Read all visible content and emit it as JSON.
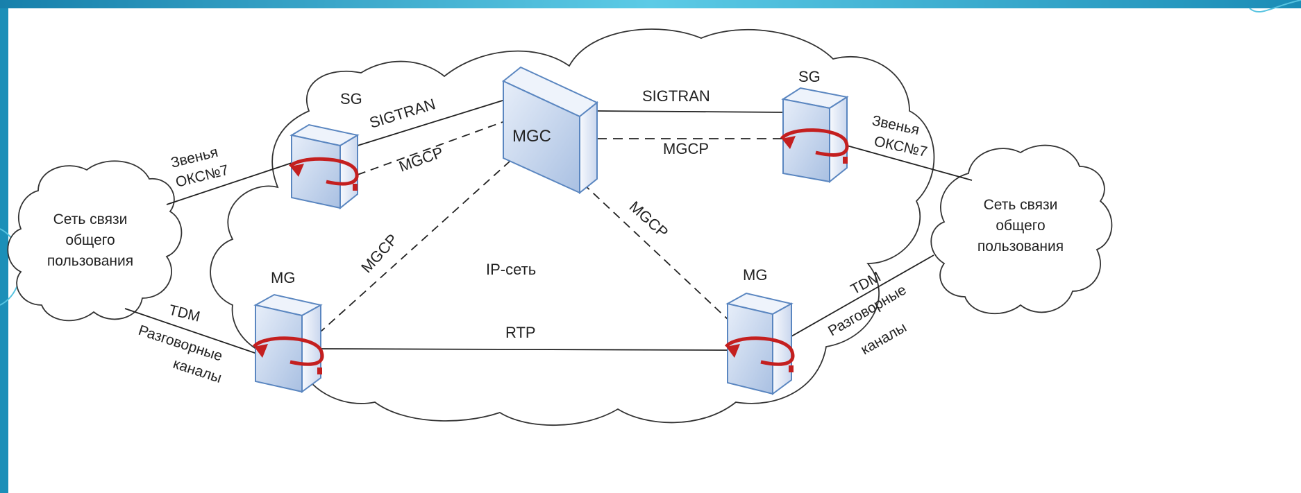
{
  "labels": {
    "sg_left": "SG",
    "sg_right": "SG",
    "mgc": "MGC",
    "mg_left": "MG",
    "mg_right": "MG",
    "ip_network": "IP-сеть",
    "pstn_left": [
      "Сеть связи",
      "общего",
      "пользования"
    ],
    "pstn_right": [
      "Сеть связи",
      "общего",
      "пользования"
    ],
    "sigtran_left": "SIGTRAN",
    "sigtran_right": "SIGTRAN",
    "mgcp_sg_left": "MGCP",
    "mgcp_sg_right": "MGCP",
    "mgcp_mg_left": "MGCP",
    "mgcp_mg_right": "MGCP",
    "rtp": "RTP",
    "links_left": [
      "Звенья",
      "ОКС№7"
    ],
    "links_right": [
      "Звенья",
      "ОКС№7"
    ],
    "tdm_left": "TDM",
    "tdm_right": "TDM",
    "voice_left": [
      "Разговорные",
      "каналы"
    ],
    "voice_right": [
      "Разговорные",
      "каналы"
    ]
  },
  "colors": {
    "frame": "#1b8fb8",
    "frame_light": "#56c3e0",
    "device_face": "#c9d8ee",
    "device_edge": "#5a86c0",
    "arrow": "#c41f1f",
    "line": "#222222"
  }
}
